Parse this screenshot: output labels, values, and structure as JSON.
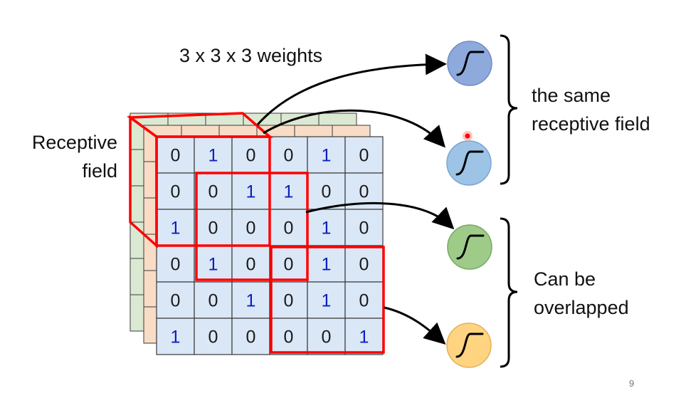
{
  "labels": {
    "weights": "3 x 3 x 3 weights",
    "receptive_1": "Receptive",
    "receptive_2": "field",
    "same_1": "the same",
    "same_2": "receptive field",
    "overlap_1": "Can be",
    "overlap_2": "overlapped",
    "page_number": "9"
  },
  "grid": [
    [
      "0",
      "1",
      "0",
      "0",
      "1",
      "0"
    ],
    [
      "0",
      "0",
      "1",
      "1",
      "0",
      "0"
    ],
    [
      "1",
      "0",
      "0",
      "0",
      "1",
      "0"
    ],
    [
      "0",
      "1",
      "0",
      "0",
      "1",
      "0"
    ],
    [
      "0",
      "0",
      "1",
      "0",
      "1",
      "0"
    ],
    [
      "1",
      "0",
      "0",
      "0",
      "0",
      "1"
    ]
  ],
  "back_layers": [
    {
      "name": "green-channel",
      "fill": "#dce9d2"
    },
    {
      "name": "orange-channel",
      "fill": "#f8dcc6"
    }
  ],
  "neurons": [
    {
      "name": "neuron-blue-dark",
      "fill": "#8ea9db",
      "stroke": "#6f8cc2"
    },
    {
      "name": "neuron-blue-light",
      "fill": "#9dc3e6",
      "stroke": "#7aa6cf"
    },
    {
      "name": "neuron-green",
      "fill": "#9fcb88",
      "stroke": "#7aa864"
    },
    {
      "name": "neuron-yellow",
      "fill": "#ffd480",
      "stroke": "#e1b25a"
    }
  ],
  "colors": {
    "cell_fill": "#dae7f6",
    "cell_border": "#3a3a3a",
    "one": "#0b1fbf",
    "zero": "#1a1a1a",
    "highlight": "#ff0000",
    "arrow": "#000000"
  }
}
